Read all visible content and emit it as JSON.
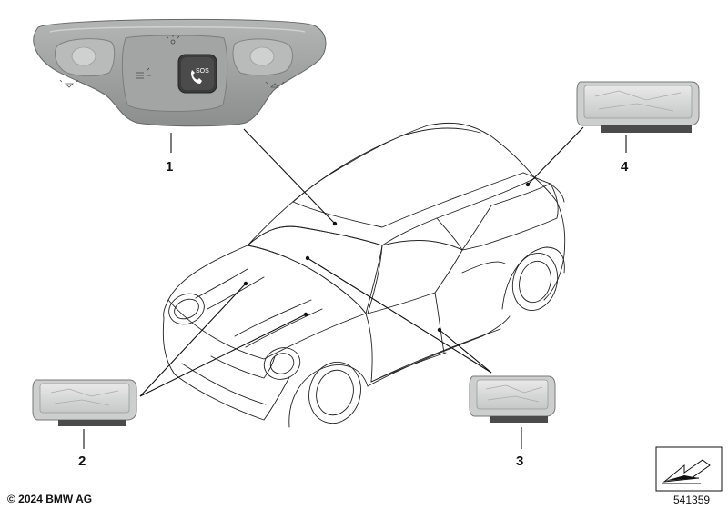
{
  "callouts": {
    "p1": "1",
    "p2": "2",
    "p3": "3",
    "p4": "4"
  },
  "overhead_console": {
    "sos_label": "SOS"
  },
  "footer": {
    "copyright": "© 2024 BMW AG",
    "diagram_number": "541359"
  },
  "colors": {
    "console_body": "#9fa1a0",
    "lamp_housing": "#cdcfce",
    "line": "#222222"
  }
}
